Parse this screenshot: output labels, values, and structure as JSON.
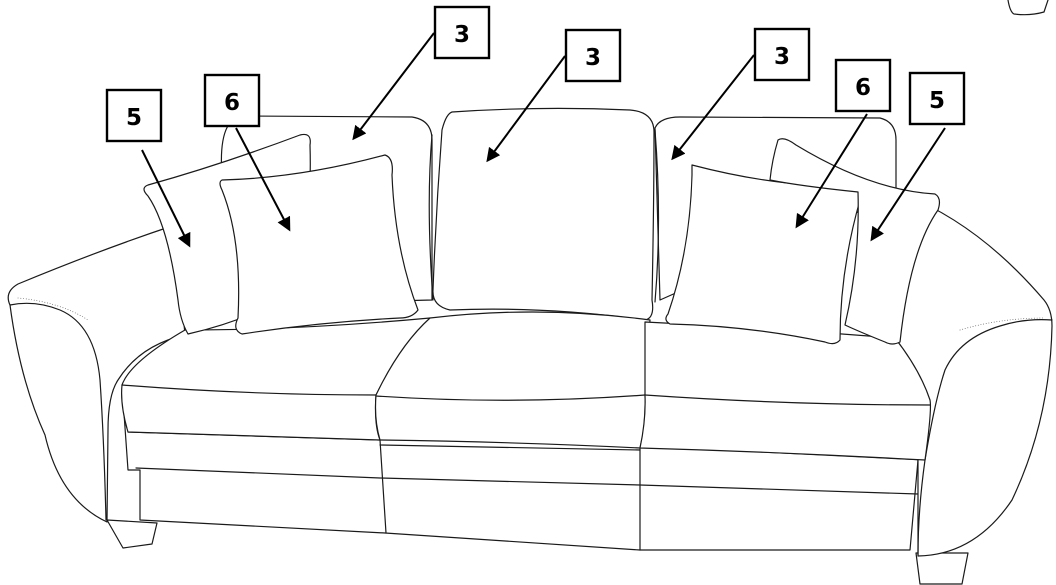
{
  "callouts": [
    {
      "id": "left-back",
      "label": "3"
    },
    {
      "id": "center-back",
      "label": "3"
    },
    {
      "id": "right-back",
      "label": "3"
    },
    {
      "id": "left-outer-pillow",
      "label": "5"
    },
    {
      "id": "left-inner-pillow",
      "label": "6"
    },
    {
      "id": "right-inner-pillow",
      "label": "6"
    },
    {
      "id": "right-outer-pillow",
      "label": "5"
    }
  ]
}
